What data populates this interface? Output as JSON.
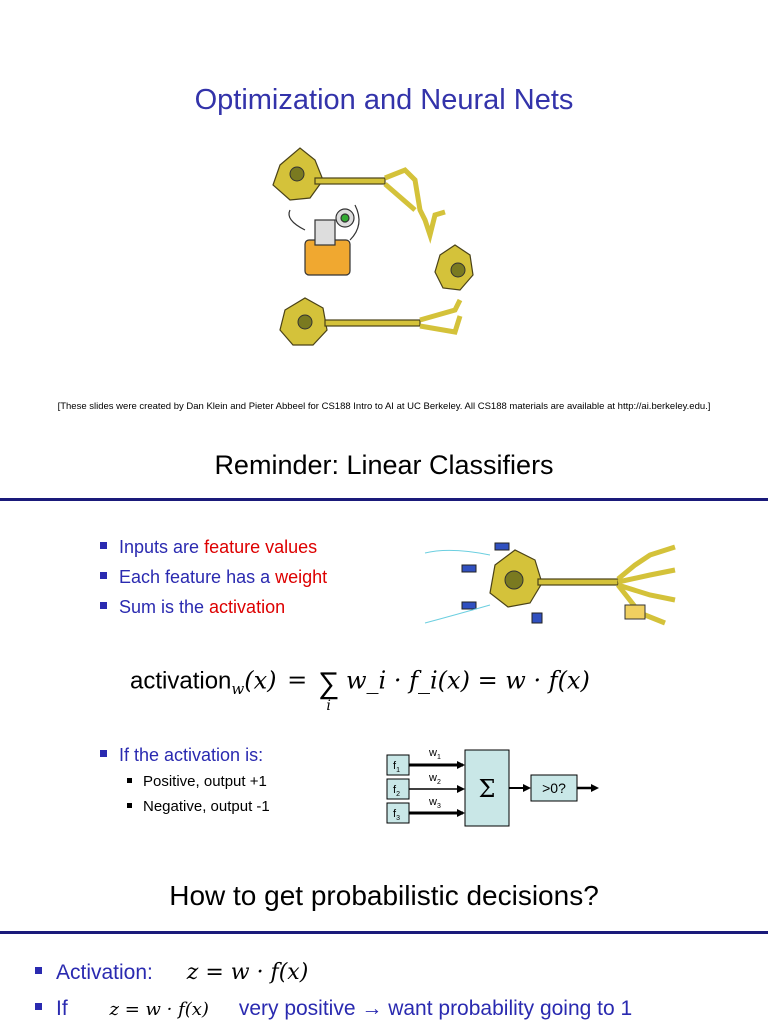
{
  "slide1": {
    "title": "Optimization and Neural Nets",
    "credit": "[These slides were created by Dan Klein and Pieter Abbeel for CS188 Intro to AI at UC Berkeley.  All CS188 materials are available at http://ai.berkeley.edu.]"
  },
  "slide2": {
    "title": "Reminder: Linear Classifiers",
    "bullets": [
      {
        "prefix": "Inputs are ",
        "highlight": "feature values"
      },
      {
        "prefix": "Each feature has a ",
        "highlight": "weight"
      },
      {
        "prefix": "Sum is the ",
        "highlight": "activation"
      }
    ],
    "formula": {
      "lhs_text": "activation",
      "lhs_sub": "w",
      "lhs_arg": "(x)",
      "sum_index": "i",
      "rhs": "w_i · f_i(x) = w · f(x)"
    },
    "condition": "If the activation is:",
    "sub_bullets": [
      "Positive, output +1",
      "Negative, output -1"
    ],
    "diagram": {
      "inputs": [
        "f",
        "f",
        "f"
      ],
      "input_subs": [
        "1",
        "2",
        "3"
      ],
      "weights": [
        "w",
        "w",
        "w"
      ],
      "weight_subs": [
        "1",
        "2",
        "3"
      ],
      "sum_symbol": "Σ",
      "threshold": ">0?"
    }
  },
  "slide3": {
    "title": "How to get probabilistic decisions?",
    "bullets": [
      {
        "label": "Activation:",
        "math": "z = w · f(x)"
      },
      {
        "label": "If",
        "math": "z = w · f(x)",
        "text": "very positive → want probability going to 1"
      }
    ],
    "colors": {
      "accent": "#2a2ab0",
      "highlight": "#dd0000",
      "rule": "#1a1a7a",
      "box": "#c9e7e7"
    }
  }
}
